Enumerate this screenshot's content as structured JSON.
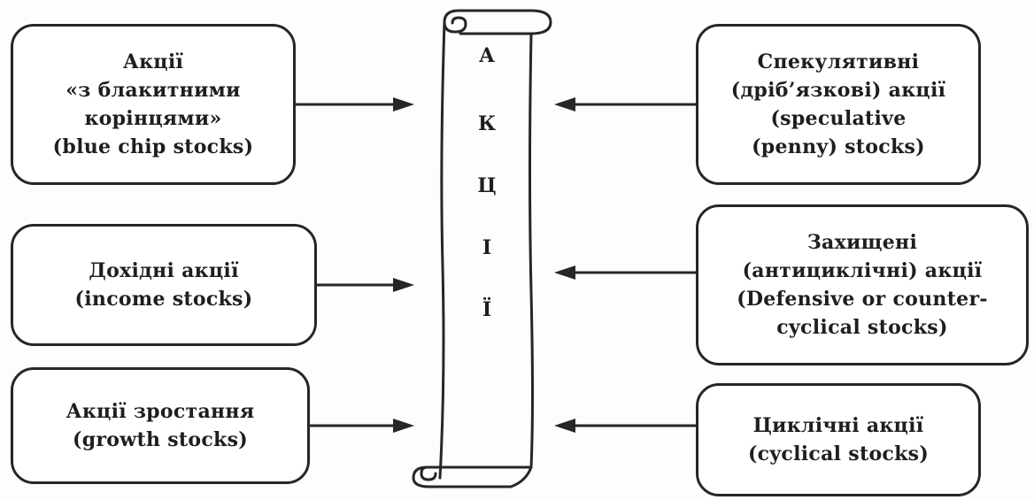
{
  "left_boxes": [
    {
      "lines": [
        "Акції",
        "«з блакитними",
        "корінцями»",
        "(blue chip stocks)"
      ]
    },
    {
      "lines": [
        "Дохідні акції",
        "(income stocks)"
      ]
    },
    {
      "lines": [
        "Акції зростання",
        "(growth stocks)"
      ]
    }
  ],
  "right_boxes": [
    {
      "lines": [
        "Спекулятивні",
        "(дріб’язкові) акції",
        "(speculative",
        "(penny) stocks)"
      ]
    },
    {
      "lines": [
        "Захищені",
        "(антициклічні) акції",
        "(Defensive  or counter-",
        "cyclical stocks)"
      ]
    },
    {
      "lines": [
        "Циклічні акції",
        "(cyclical stocks)"
      ]
    }
  ],
  "scroll_letters": [
    "А",
    "К",
    "Ц",
    "І",
    "Ї"
  ],
  "colors": {
    "stroke": "#262626",
    "text": "#1e1e1e",
    "background": "#fdfdfd"
  }
}
